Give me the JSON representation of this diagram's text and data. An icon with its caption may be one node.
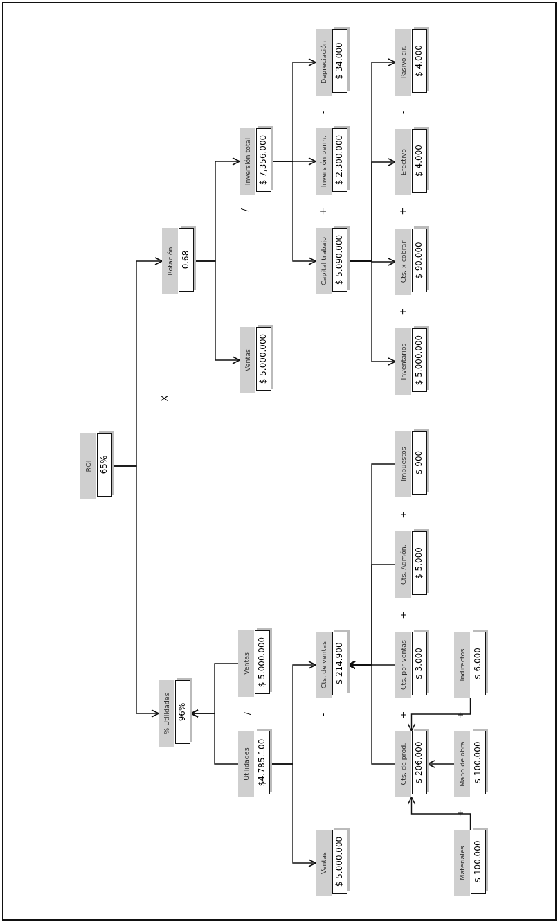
{
  "diagram": {
    "nodes": [
      {
        "text": [
          "ROI",
          "65%"
        ]
      },
      {
        "text": [
          "% Utilidades",
          "96%"
        ]
      },
      {
        "text": [
          "Rotación",
          "0.68"
        ]
      },
      {
        "text": [
          "Utilidades",
          "$4.785.100"
        ]
      },
      {
        "text": [
          "Ventas",
          "$ 5.000.000"
        ]
      },
      {
        "text": [
          "Ventas",
          "$ 5.000.000"
        ]
      },
      {
        "text": [
          "Inversión total",
          "$ 7,356.000"
        ]
      },
      {
        "text": [
          "Ventas",
          "$ 5.000.000"
        ]
      },
      {
        "text": [
          "Cts. de ventas",
          "$ 214.900"
        ]
      },
      {
        "text": [
          "Capital trabajo",
          "$ 5.090.000"
        ]
      },
      {
        "text": [
          "Inversión perm.",
          "$ 2.300.000"
        ]
      },
      {
        "text": [
          "Depreciación",
          "$ 34.000"
        ]
      },
      {
        "text": [
          "Cts. de prod.",
          "$ 206.000"
        ]
      },
      {
        "text": [
          "Cts. por ventas",
          "$ 3.000"
        ]
      },
      {
        "text": [
          "Cts. Admón.",
          "$ 5.000"
        ]
      },
      {
        "text": [
          "Impuestos",
          "$ 900"
        ]
      },
      {
        "text": [
          "Inventarios",
          "$ 5.000.000"
        ]
      },
      {
        "text": [
          "Cts. x cobrar",
          "$ 90.000"
        ]
      },
      {
        "text": [
          "Efectivo",
          "$ 4.000"
        ]
      },
      {
        "text": [
          "Pasivo cir.",
          "$ 4.000"
        ]
      },
      {
        "text": [
          "Materiales",
          "$ 100.000"
        ]
      },
      {
        "text": [
          "Mano de obra",
          "$ 100.000"
        ]
      },
      {
        "text": [
          "Indirectos",
          "$ 6.000"
        ]
      }
    ],
    "edges": [
      {
        "from": 0,
        "to": 1,
        "arrow": "to"
      },
      {
        "from": 0,
        "to": 2,
        "arrow": "to"
      },
      {
        "from": 3,
        "to": 1,
        "arrow": "to"
      },
      {
        "from": 4,
        "to": 1,
        "arrow": "to"
      },
      {
        "from": 2,
        "to": 5,
        "arrow": "to"
      },
      {
        "from": 2,
        "to": 6,
        "arrow": "to"
      },
      {
        "from": 3,
        "to": 7,
        "arrow": "to"
      },
      {
        "from": 3,
        "to": 8,
        "arrow": "to"
      },
      {
        "from": 6,
        "to": 9,
        "arrow": "to"
      },
      {
        "from": 6,
        "to": 10,
        "arrow": "to"
      },
      {
        "from": 6,
        "to": 11,
        "arrow": "to"
      },
      {
        "from": 12,
        "to": 8,
        "arrow": "to"
      },
      {
        "from": 13,
        "to": 8,
        "arrow": "to"
      },
      {
        "from": 14,
        "to": 8,
        "arrow": "to"
      },
      {
        "from": 15,
        "to": 8,
        "arrow": "to"
      },
      {
        "from": 9,
        "to": 16,
        "arrow": "to"
      },
      {
        "from": 9,
        "to": 17,
        "arrow": "to"
      },
      {
        "from": 9,
        "to": 18,
        "arrow": "to"
      },
      {
        "from": 9,
        "to": 19,
        "arrow": "to"
      },
      {
        "from": 20,
        "to": 12,
        "arrow": "to"
      },
      {
        "from": 21,
        "to": 12,
        "arrow": "to"
      },
      {
        "from": 22,
        "to": 12,
        "arrow": "to"
      }
    ],
    "labels": [
      "X",
      "/",
      "/",
      "-",
      "-",
      "+",
      "-",
      "+",
      "+",
      "+",
      "+",
      "+",
      "+",
      "+"
    ]
  }
}
